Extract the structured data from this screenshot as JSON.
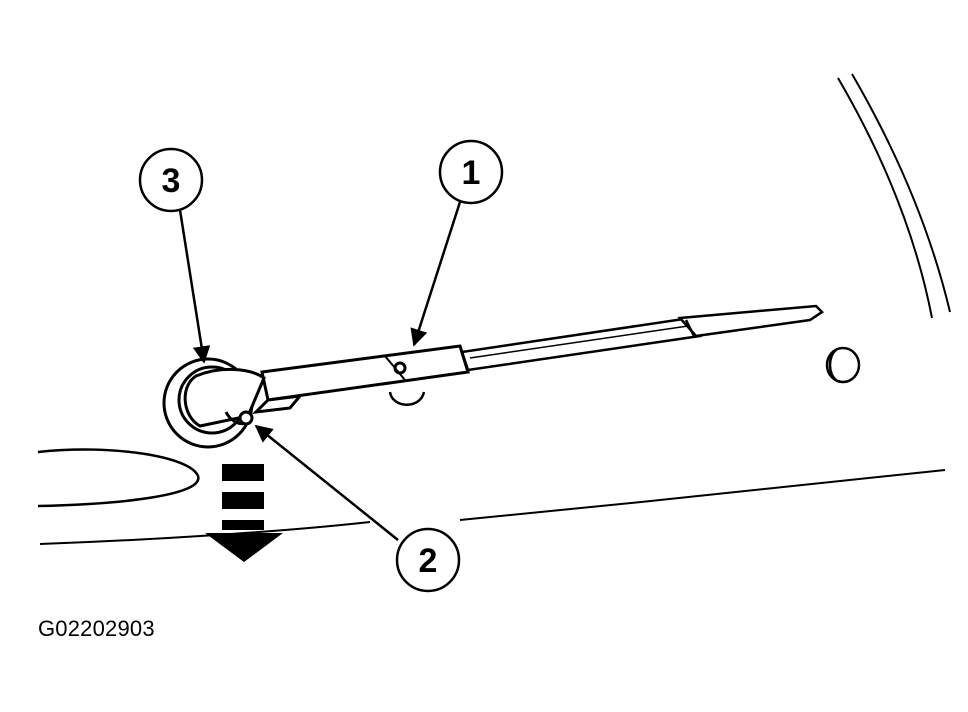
{
  "callouts": {
    "c1": "1",
    "c2": "2",
    "c3": "3"
  },
  "figure_id": "G02202903",
  "colors": {
    "line": "#000000",
    "background": "#ffffff"
  }
}
